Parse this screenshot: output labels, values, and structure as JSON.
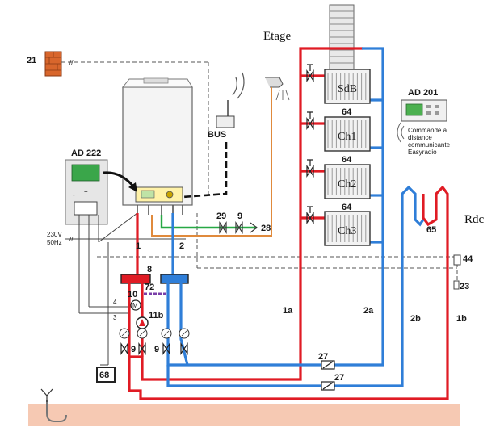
{
  "labels": {
    "etage": "Etage",
    "rdc": "Rdc",
    "n21": "21",
    "bus": "BUS",
    "ad222": "AD 222",
    "ad201": "AD 201",
    "ad201_desc": [
      "Commande à",
      "distance",
      "communicante",
      "Easyradio"
    ],
    "voltage": "230V",
    "freq": "50Hz",
    "n29": "29",
    "n9": "9",
    "n28": "28",
    "n1": "1",
    "n2": "2",
    "n8": "8",
    "n72": "72",
    "n10": "10",
    "n11b": "11b",
    "n4": "4",
    "n3": "3",
    "n9a": "9",
    "n9b": "9",
    "n68": "68",
    "n1a": "1a",
    "n2a": "2a",
    "n2b": "2b",
    "n1b": "1b",
    "n27a": "27",
    "n27b": "27",
    "n44": "44",
    "n23": "23",
    "n65": "65",
    "plus": "+",
    "minus": "-",
    "m": "M"
  },
  "radiators": [
    {
      "room": "SdB",
      "label": "64"
    },
    {
      "room": "Ch1",
      "label": "64"
    },
    {
      "room": "Ch2",
      "label": "64"
    },
    {
      "room": "Ch3",
      "label": ""
    }
  ],
  "colors": {
    "red": "#e01b24",
    "blue": "#2f7ed8",
    "green": "#27a844",
    "orange": "#e08a3c",
    "floor": "#f6c9b3"
  }
}
